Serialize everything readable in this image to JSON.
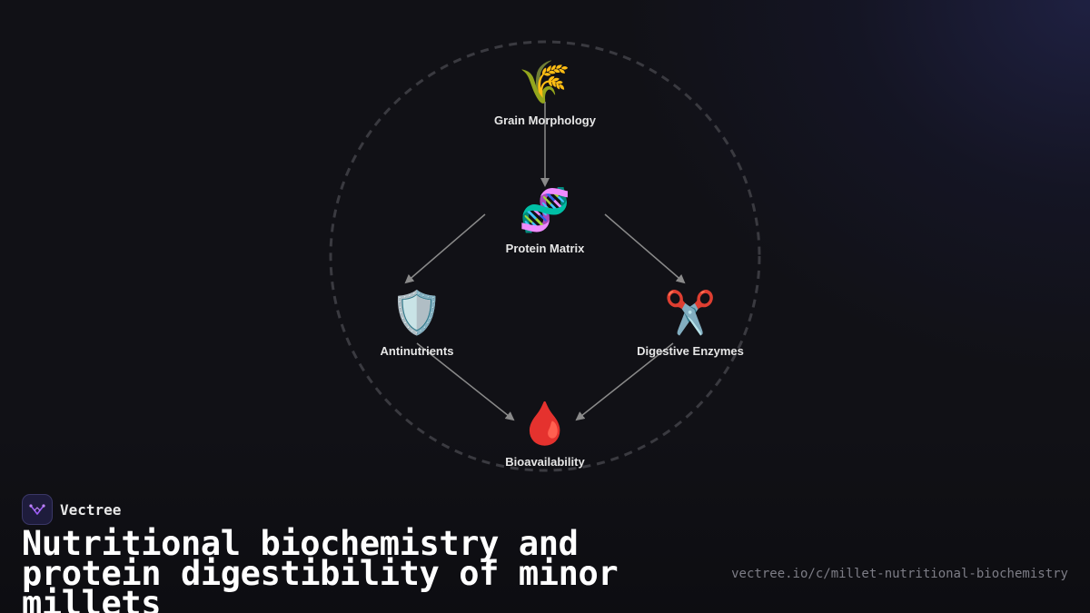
{
  "diagram": {
    "nodes": [
      {
        "id": "grain",
        "icon": "🌾",
        "icon_name": "wheat-icon",
        "label": "Grain Morphology"
      },
      {
        "id": "protein",
        "icon": "🧬",
        "icon_name": "dna-icon",
        "label": "Protein Matrix"
      },
      {
        "id": "antinutrients",
        "icon": "🛡️",
        "icon_name": "shield-icon",
        "label": "Antinutrients"
      },
      {
        "id": "enzymes",
        "icon": "✂️",
        "icon_name": "scissors-icon",
        "label": "Digestive Enzymes"
      },
      {
        "id": "bioavailability",
        "icon": "🩸",
        "icon_name": "blood-drop-icon",
        "label": "Bioavailability"
      }
    ],
    "edges": [
      {
        "from": "grain",
        "to": "protein"
      },
      {
        "from": "protein",
        "to": "antinutrients"
      },
      {
        "from": "protein",
        "to": "enzymes"
      },
      {
        "from": "antinutrients",
        "to": "bioavailability"
      },
      {
        "from": "enzymes",
        "to": "bioavailability"
      }
    ],
    "colors": {
      "edge": "#8a8a8a",
      "ring": "#3a3a40",
      "label": "#e6e6e6"
    }
  },
  "brand": {
    "name": "Vectree",
    "logo_icon": "vectree-logo-icon",
    "logo_color": "#9b5cf6"
  },
  "title": "Nutritional biochemistry and protein digestibility of minor millets",
  "url": "vectree.io/c/millet-nutritional-biochemistry"
}
